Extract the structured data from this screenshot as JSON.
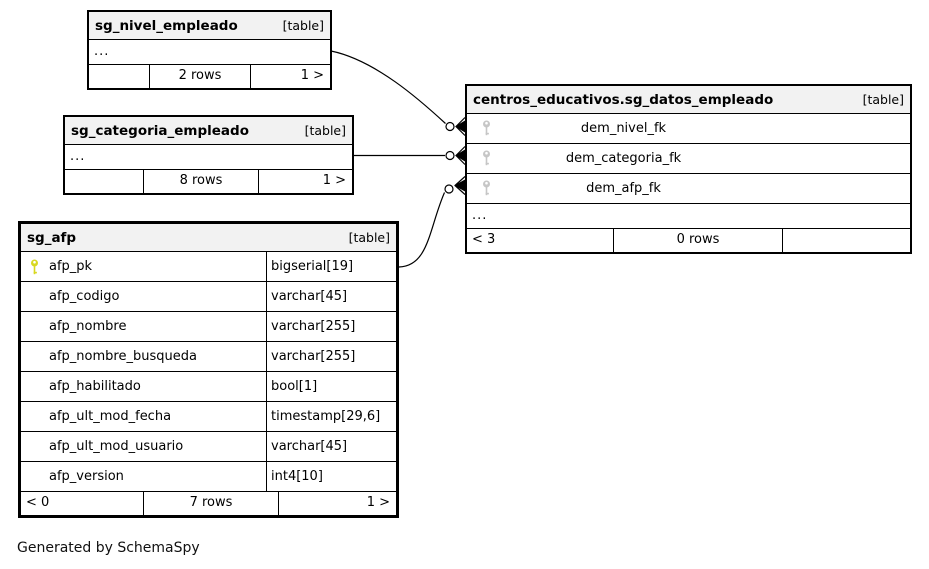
{
  "note": "Generated by SchemaSpy",
  "colors": {
    "header-bg": "#f2f2f2",
    "border": "#000000",
    "line": "#000000",
    "pk-icon": "#d8d820",
    "fk-icon": "#c6c6c6"
  },
  "tables": {
    "sg_nivel_empleado": {
      "title": "sg_nivel_empleado",
      "badge": "[table]",
      "ellipsis": "...",
      "footer": {
        "prev": "",
        "rows": "2 rows",
        "next": "1 >"
      }
    },
    "sg_categoria_empleado": {
      "title": "sg_categoria_empleado",
      "badge": "[table]",
      "ellipsis": "...",
      "footer": {
        "prev": "",
        "rows": "8 rows",
        "next": "1 >"
      }
    },
    "sg_afp": {
      "title": "sg_afp",
      "badge": "[table]",
      "columns": [
        {
          "name": "afp_pk",
          "type": "bigserial[19]",
          "key": "primary-key"
        },
        {
          "name": "afp_codigo",
          "type": "varchar[45]"
        },
        {
          "name": "afp_nombre",
          "type": "varchar[255]"
        },
        {
          "name": "afp_nombre_busqueda",
          "type": "varchar[255]"
        },
        {
          "name": "afp_habilitado",
          "type": "bool[1]"
        },
        {
          "name": "afp_ult_mod_fecha",
          "type": "timestamp[29,6]"
        },
        {
          "name": "afp_ult_mod_usuario",
          "type": "varchar[45]"
        },
        {
          "name": "afp_version",
          "type": "int4[10]"
        }
      ],
      "footer": {
        "prev": "< 0",
        "rows": "7 rows",
        "next": "1 >"
      }
    },
    "sg_datos_empleado": {
      "title": "centros_educativos.sg_datos_empleado",
      "badge": "[table]",
      "columns": [
        {
          "name": "dem_nivel_fk",
          "key": "foreign-key"
        },
        {
          "name": "dem_categoria_fk",
          "key": "foreign-key"
        },
        {
          "name": "dem_afp_fk",
          "key": "foreign-key"
        }
      ],
      "ellipsis": "...",
      "footer": {
        "prev": "< 3",
        "rows": "0 rows",
        "next": ""
      }
    }
  },
  "relationships": [
    {
      "from": "sg_nivel_empleado",
      "to": "centros_educativos.sg_datos_empleado.dem_nivel_fk"
    },
    {
      "from": "sg_categoria_empleado",
      "to": "centros_educativos.sg_datos_empleado.dem_categoria_fk"
    },
    {
      "from": "sg_afp.afp_pk",
      "to": "centros_educativos.sg_datos_empleado.dem_afp_fk"
    }
  ]
}
